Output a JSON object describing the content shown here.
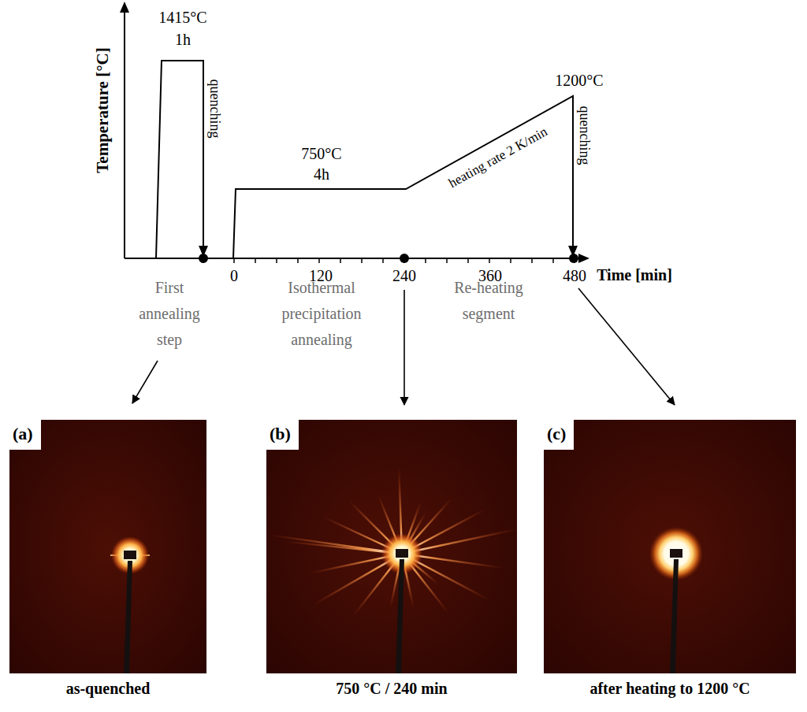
{
  "diagram": {
    "nodes": [
      {
        "text": [
          "(a)",
          "as-quenched"
        ]
      },
      {
        "text": [
          "(b)",
          "750 °C / 240 min"
        ]
      },
      {
        "text": [
          "(c)",
          "after heating to 1200 °C"
        ]
      }
    ],
    "labels": [
      "Temperature [°C]",
      "1415°C",
      "1h",
      "quenching",
      "750°C",
      "4h",
      "1200°C",
      "heating rate 2 K/min",
      "quenching",
      "0",
      "120",
      "240",
      "360",
      "480",
      "Time [min]",
      "First annealing step",
      "Isothermal precipitation annealing",
      "Re-heating segment"
    ]
  }
}
